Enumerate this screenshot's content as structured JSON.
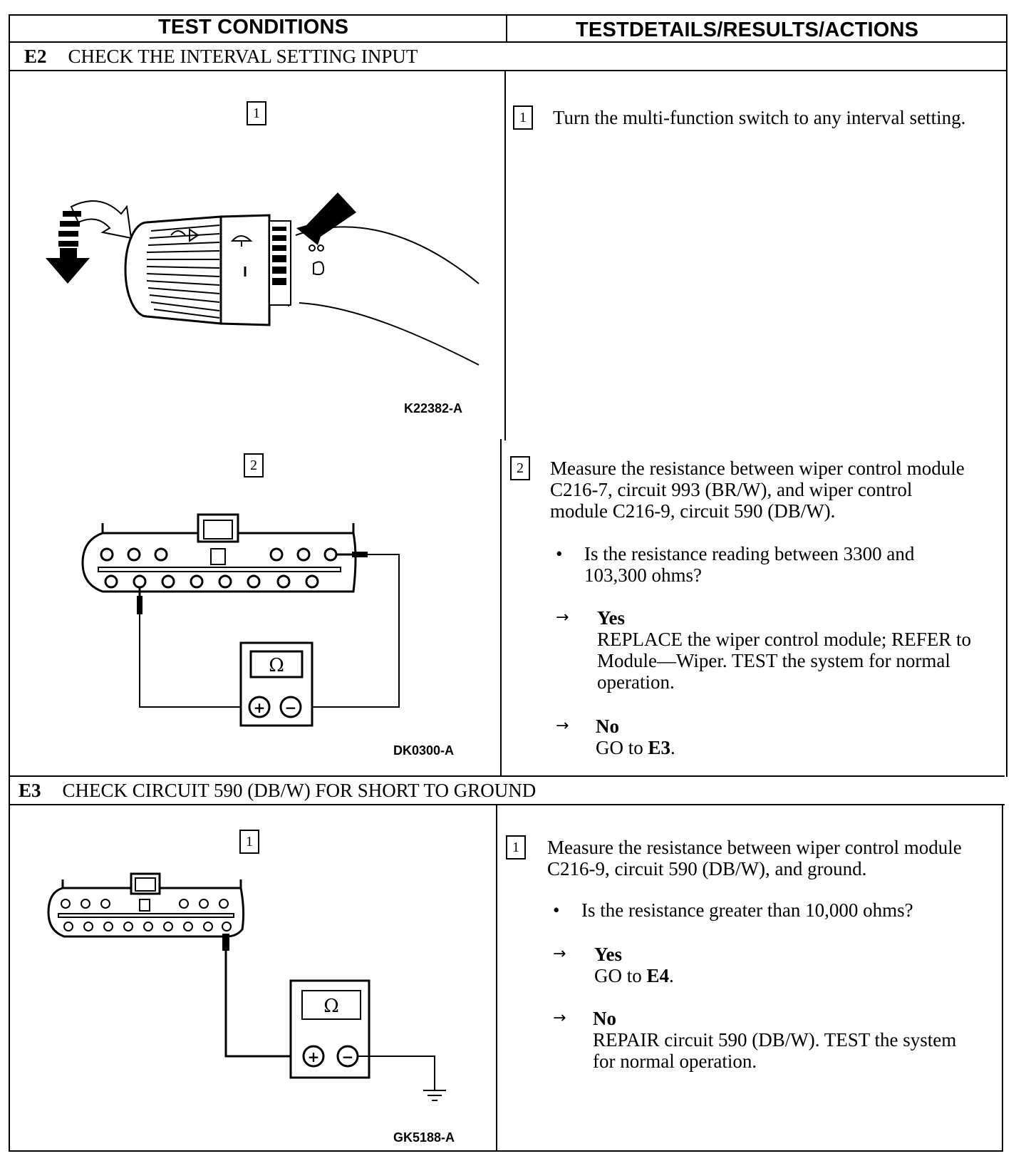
{
  "header": {
    "left": "TEST CONDITIONS",
    "right": "TESTDETAILS/RESULTS/ACTIONS"
  },
  "e2": {
    "step": "E2",
    "title": "CHECK THE INTERVAL SETTING INPUT",
    "fig1": {
      "num": "1",
      "code": "K22382-A",
      "icon": "multi-function-switch-icon"
    },
    "fig2": {
      "num": "2",
      "code": "DK0300-A",
      "icon": "ohmmeter-connector-icon",
      "meter_symbol": "Ω",
      "plus": "+",
      "minus": "−"
    },
    "detail1": {
      "num": "1",
      "text": "Turn the multi-function switch to any interval setting."
    },
    "detail2": {
      "num": "2",
      "text": "Measure the resistance between wiper control module C216-7, circuit 993 (BR/W), and wiper control module C216-9, circuit 590 (DB/W).",
      "bullet": "•",
      "question": "Is the resistance reading between 3300 and 103,300 ohms?",
      "arrow": "→",
      "yes_label": "Yes",
      "yes_text": "REPLACE the wiper control module; REFER to Module—Wiper. TEST the system for normal operation.",
      "no_label": "No",
      "no_text_prefix": "GO to ",
      "no_text_bold": "E3",
      "no_text_suffix": "."
    }
  },
  "e3": {
    "step": "E3",
    "title": "CHECK CIRCUIT 590 (DB/W) FOR SHORT TO GROUND",
    "fig1": {
      "num": "1",
      "code": "GK5188-A",
      "icon": "ohmmeter-ground-icon",
      "meter_symbol": "Ω",
      "plus": "+",
      "minus": "−"
    },
    "detail1": {
      "num": "1",
      "text": "Measure the resistance between wiper control module C216-9, circuit 590 (DB/W), and ground.",
      "bullet": "•",
      "question": "Is the resistance greater than 10,000 ohms?",
      "arrow": "→",
      "yes_label": "Yes",
      "yes_text_prefix": "GO to ",
      "yes_text_bold": "E4",
      "yes_text_suffix": ".",
      "no_label": "No",
      "no_text": "REPAIR circuit 590 (DB/W). TEST the system for normal operation."
    }
  }
}
